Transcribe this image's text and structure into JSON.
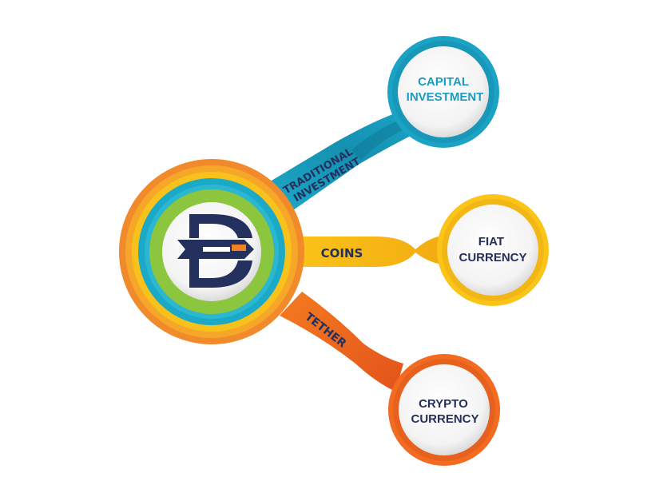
{
  "center": {
    "logo_icon": "stylized-letter-d-logo",
    "colors": {
      "outer_orange": "#f2922a",
      "ring_yellow": "#f8c21c",
      "ring_teal": "#1ba9c8",
      "ring_green": "#8cc63f",
      "logo_navy": "#24305e",
      "logo_orange": "#f58220"
    }
  },
  "branches": [
    {
      "ribbon_label_line1": "TRADITIONAL",
      "ribbon_label_line2": "INVESTMENT",
      "node_line1": "CAPITAL",
      "node_line2": "INVESTMENT",
      "color": "#1ba3c6",
      "color_dark": "#13809e",
      "text_color": "#1b9bc2"
    },
    {
      "ribbon_label": "COINS",
      "node_line1": "FIAT",
      "node_line2": "CURRENCY",
      "color": "#fbc419",
      "color_dark": "#e8a60e",
      "text_color": "#262f5a"
    },
    {
      "ribbon_label": "TETHER",
      "node_line1": "CRYPTO",
      "node_line2": "CURRENCY",
      "color": "#f26b21",
      "color_dark": "#d4511a",
      "text_color": "#262f5a"
    }
  ]
}
